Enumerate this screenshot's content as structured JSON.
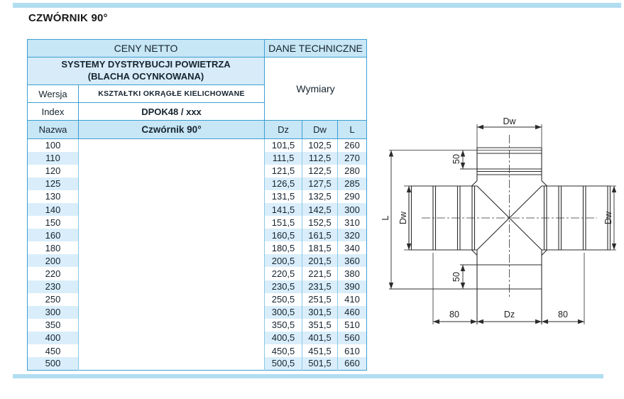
{
  "page": {
    "title": "CZWÓRNIK 90°"
  },
  "colors": {
    "accent_bar": "#b2ddf1",
    "table_border": "#3d9fd3",
    "light_separator": "#8ac7e9",
    "header_fill": "#c7e6f6",
    "subheader_fill": "#d7ecf8",
    "stripe_fill": "#d9eefa",
    "text": "#16242f"
  },
  "table": {
    "header": {
      "ceny_netto": "CENY NETTO",
      "dane_techniczne": "DANE TECHNICZNE",
      "system_line1": "SYSTEMY DYSTRYBUCJI POWIETRZA",
      "system_line2": "(BLACHA OCYNKOWANA)",
      "wymiary": "Wymiary",
      "wersja_label": "Wersja",
      "wersja_value": "KSZTAŁTKI OKRĄGŁE KIELICHOWANE",
      "index_label": "Index",
      "index_value": "DPOK48 / xxx",
      "nazwa_label": "Nazwa",
      "nazwa_value": "Czwórnik 90°",
      "col_dz": "Dz",
      "col_dw": "Dw",
      "col_l": "L"
    },
    "rows": [
      {
        "name": "100",
        "dz": "101,5",
        "dw": "102,5",
        "l": "260"
      },
      {
        "name": "110",
        "dz": "111,5",
        "dw": "112,5",
        "l": "270"
      },
      {
        "name": "120",
        "dz": "121,5",
        "dw": "122,5",
        "l": "280"
      },
      {
        "name": "125",
        "dz": "126,5",
        "dw": "127,5",
        "l": "285"
      },
      {
        "name": "130",
        "dz": "131,5",
        "dw": "132,5",
        "l": "290"
      },
      {
        "name": "140",
        "dz": "141,5",
        "dw": "142,5",
        "l": "300"
      },
      {
        "name": "150",
        "dz": "151,5",
        "dw": "152,5",
        "l": "310"
      },
      {
        "name": "160",
        "dz": "160,5",
        "dw": "161,5",
        "l": "320"
      },
      {
        "name": "180",
        "dz": "180,5",
        "dw": "181,5",
        "l": "340"
      },
      {
        "name": "200",
        "dz": "200,5",
        "dw": "201,5",
        "l": "360"
      },
      {
        "name": "220",
        "dz": "220,5",
        "dw": "221,5",
        "l": "380"
      },
      {
        "name": "230",
        "dz": "230,5",
        "dw": "231,5",
        "l": "390"
      },
      {
        "name": "250",
        "dz": "250,5",
        "dw": "251,5",
        "l": "410"
      },
      {
        "name": "300",
        "dz": "300,5",
        "dw": "301,5",
        "l": "460"
      },
      {
        "name": "350",
        "dz": "350,5",
        "dw": "351,5",
        "l": "510"
      },
      {
        "name": "400",
        "dz": "400,5",
        "dw": "401,5",
        "l": "560"
      },
      {
        "name": "450",
        "dz": "450,5",
        "dw": "451,5",
        "l": "610"
      },
      {
        "name": "500",
        "dz": "500,5",
        "dw": "501,5",
        "l": "660"
      }
    ]
  },
  "diagram": {
    "dw_top": "Dw",
    "l": "L",
    "fifty_top": "50",
    "dw_left": "Dw",
    "dw_right": "Dw",
    "fifty_bottom": "50",
    "eighty_left": "80",
    "dz": "Dz",
    "eighty_right": "80"
  }
}
